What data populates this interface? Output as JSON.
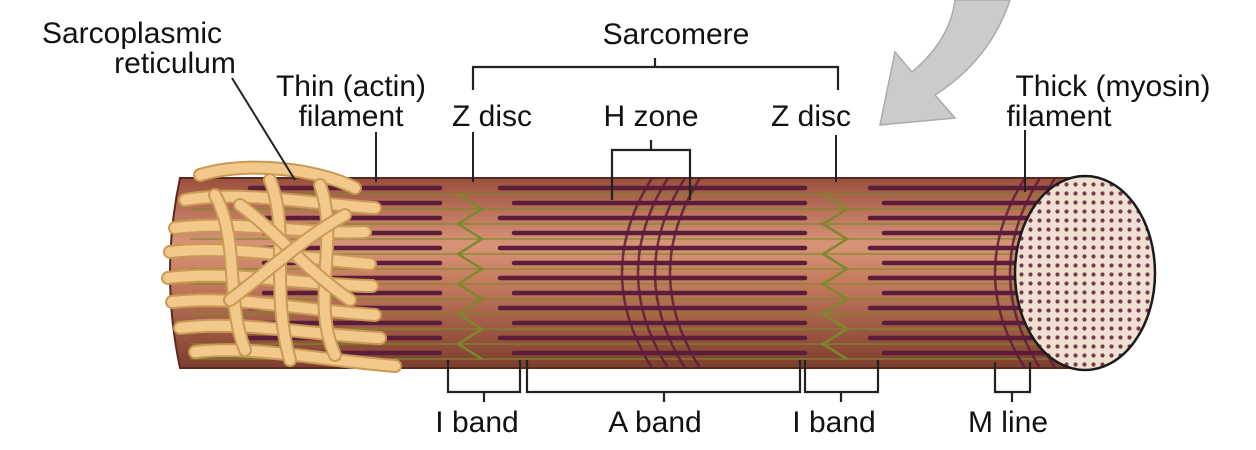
{
  "labels": {
    "sarcoplasmic_line1": "Sarcoplasmic",
    "sarcoplasmic_line2": "reticulum",
    "thin_line1": "Thin (actin)",
    "thin_line2": "filament",
    "sarcomere": "Sarcomere",
    "z_disc_left": "Z disc",
    "h_zone": "H zone",
    "z_disc_right": "Z disc",
    "thick_line1": "Thick (myosin)",
    "thick_line2": "filament",
    "i_band_left": "I band",
    "a_band": "A band",
    "i_band_right": "I band",
    "m_line": "M line"
  },
  "colors": {
    "fiber": "#c0775b",
    "fiber_dark": "#8c4637",
    "thick_filament": "#5a1d3a",
    "thin_filament": "#7a8a2a",
    "reticulum": "#f2c98a",
    "reticulum_edge": "#c89a55",
    "end_cap": "#e9d4c4",
    "arrow": "#c9cbcc"
  }
}
